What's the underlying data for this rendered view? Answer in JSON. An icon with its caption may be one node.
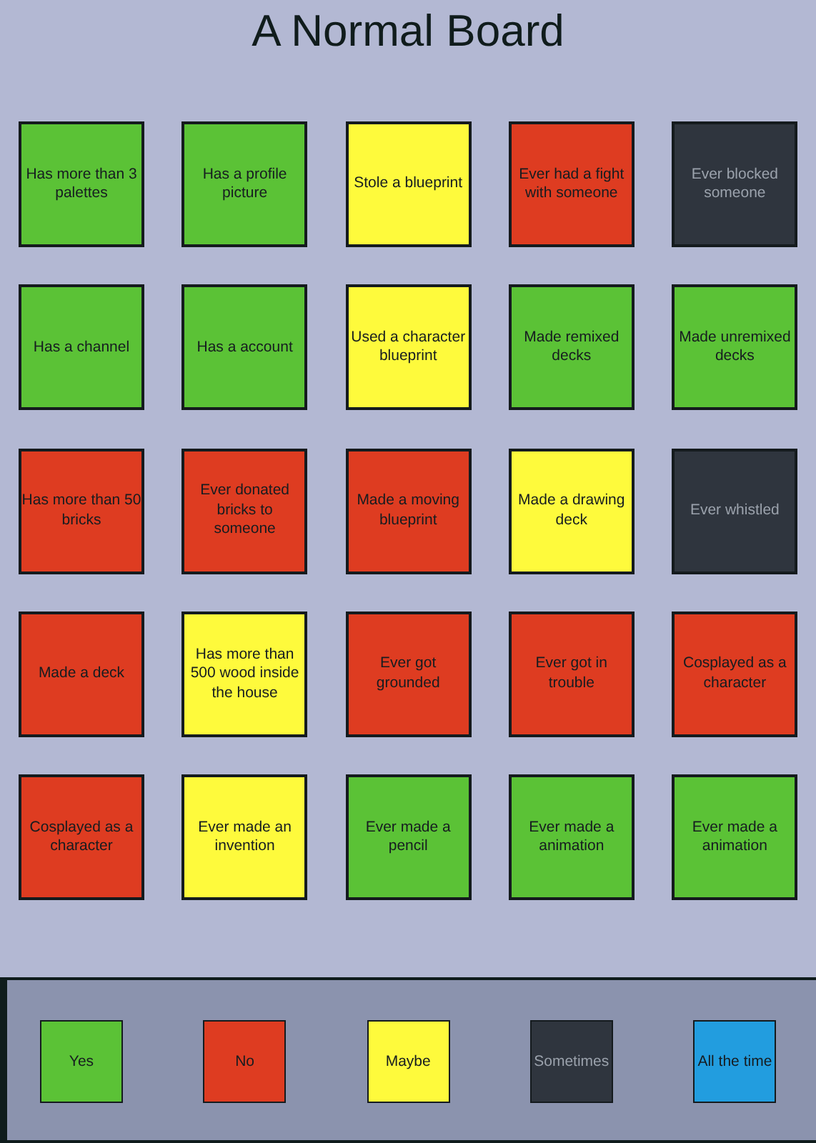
{
  "diagram": {
    "title": "A Normal Board",
    "nodes": [
      {
        "text": [
          "Has more than 3 palettes"
        ]
      },
      {
        "text": [
          "Has a profile picture"
        ]
      },
      {
        "text": [
          "Stole a blueprint"
        ]
      },
      {
        "text": [
          "Ever had a fight with someone"
        ]
      },
      {
        "text": [
          "Ever blocked someone"
        ]
      },
      {
        "text": [
          "Has a channel"
        ]
      },
      {
        "text": [
          "Has a account"
        ]
      },
      {
        "text": [
          "Used a character blueprint"
        ]
      },
      {
        "text": [
          "Made remixed decks"
        ]
      },
      {
        "text": [
          "Made unremixed decks"
        ]
      },
      {
        "text": [
          "Has more than 50 bricks"
        ]
      },
      {
        "text": [
          "Ever donated bricks to someone"
        ]
      },
      {
        "text": [
          "Made a moving blueprint"
        ]
      },
      {
        "text": [
          "Made a drawing deck"
        ]
      },
      {
        "text": [
          "Ever whistled"
        ]
      },
      {
        "text": [
          "Made a deck"
        ]
      },
      {
        "text": [
          "Has more than 500 wood inside the house"
        ]
      },
      {
        "text": [
          "Ever got grounded"
        ]
      },
      {
        "text": [
          "Ever got in trouble"
        ]
      },
      {
        "text": [
          "Cosplayed as a character"
        ]
      },
      {
        "text": [
          "Cosplayed as a character"
        ]
      },
      {
        "text": [
          "Ever made an invention"
        ]
      },
      {
        "text": [
          "Ever made a pencil"
        ]
      },
      {
        "text": [
          "Ever made a animation"
        ]
      },
      {
        "text": [
          "Ever made a animation"
        ]
      }
    ],
    "legend": [
      {
        "text": "Yes",
        "color": "#5bc236"
      },
      {
        "text": "No",
        "color": "#de3c21"
      },
      {
        "text": "Maybe",
        "color": "#fefa3c"
      },
      {
        "text": "Sometimes",
        "color": "#2f353e"
      },
      {
        "text": "All the time",
        "color": "#229ddf"
      }
    ]
  }
}
